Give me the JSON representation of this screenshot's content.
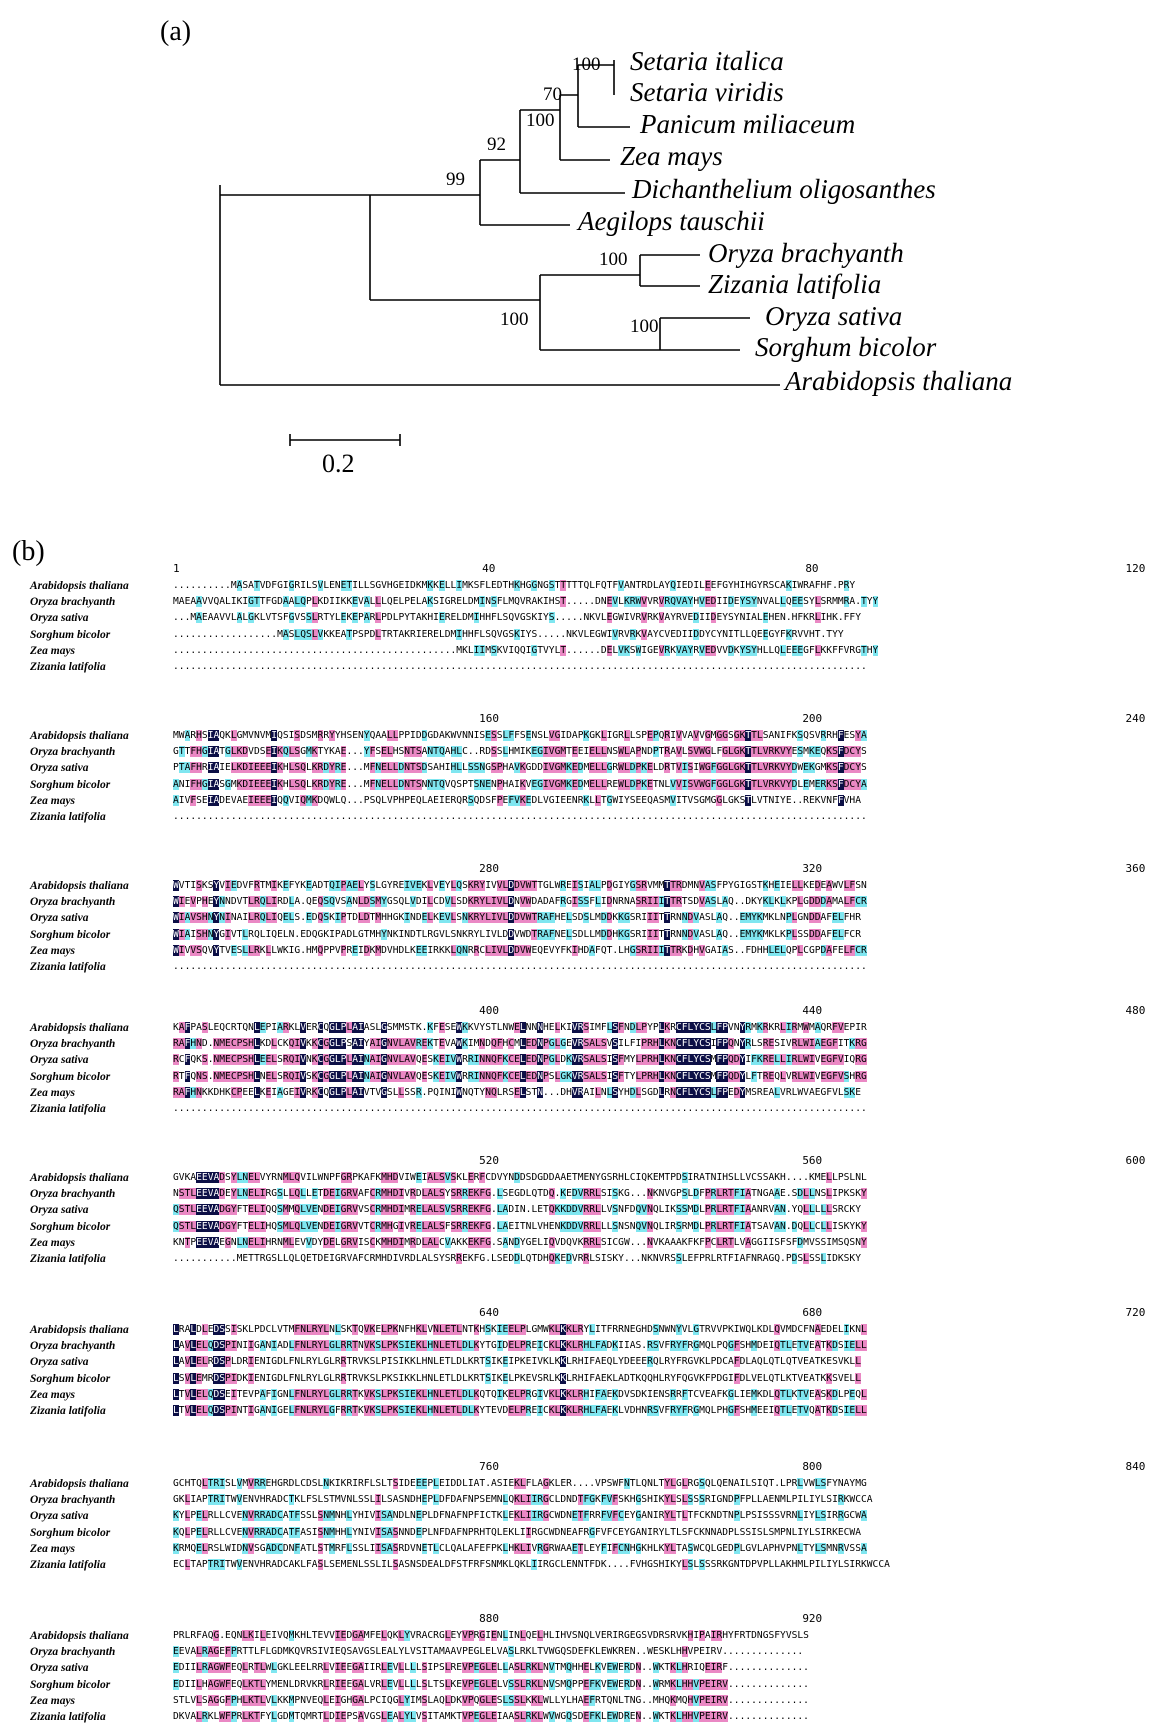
{
  "panel_a": {
    "label": "(a)",
    "taxa": [
      "Setaria italica",
      "Setaria viridis",
      "Panicum miliaceum",
      "Zea mays",
      "Dichanthelium oligosanthes",
      "Aegilops tauschii",
      "Oryza brachyanth",
      "Zizania latifolia",
      "Oryza sativa",
      "Sorghum bicolor",
      "Arabidopsis thaliana"
    ],
    "bootstrap": [
      "100",
      "70",
      "100",
      "92",
      "99",
      "100",
      "100",
      "100"
    ],
    "scale_label": "0.2"
  },
  "panel_b": {
    "label": "(b)",
    "species": [
      "Arabidopsis thaliana",
      "Oryza brachyanth",
      "Oryza sativa",
      "Sorghum bicolor",
      "Zea mays",
      "Zizania latifolia"
    ],
    "blocks": [
      {
        "ticks": [
          "1",
          "40",
          "80",
          "120"
        ],
        "seqs": [
          "..........MASATVDFGIGRILSVLENETILLSGVHGEIDKMKKELLIMKSFLEDTHKHGGNGSTTTTTQLFQTFVANTRDLAYQIEDILEEFGYHIHGYRSCAKIWRAFHF.PRY",
          "MAEAAVVQALIKIGTTFGDAALQPLKDIIKKEVALLLQELPELAKSIGRELDMINSFLMQVRAKIHST.....DNEVLKRWVVRVRQVAYHVEDIIDEYSYNVALLQEESYLSRMMRA.TYY",
          "...MAEAAVVLALGKLVTSFGVSSLRTYLEKEPARLPDLPYTAKHIERELDMIHHFLSQVGSKIYS.....NKVLEGWIVRVRKVAYRVEDIIDEYSYNIALEHEN.HFKRLIHK.FFY",
          "..................MASLQSLVKKEATPSPDLTRTAKRIERELDMIHHFLSQVGSKIYS.....NKVLEGWIVRVRKVAYCVEDIIDDYCYNITLLQEEGYFKRVVHT.TYY",
          ".................................................MKLIIMSKVIQQIGTVYLT......DELVKSWIGEVRKVAYRVEDVVDKYSYHLLQLEEEGFLKKFFVRGTHY",
          "........................................................................................................................"
        ]
      },
      {
        "ticks": [
          "160",
          "200",
          "240"
        ],
        "seqs": [
          "MWARHSIAQKLGMVNVMIQSISDSMRRYYHSENYQAALLPPIDDGDAKWVNNISESSLFFSENSLVGIDAPKGKLIGRLLSPEPQRIVVAVVGMGGSGKTTLSANIFKSQSVRRHFESYA",
          "GTTFHGIATGLKDVDSEIKQLSGMKTYKAE...YFSELHSNTSANTQAHLC..RDSSLHMIKEGIVGMTEEIELLNSWLAPNDPTRAVLSVWGLFGLGKTTLVRKVYESMKEQKSFDCYS",
          "PTAFHRIAIELKDIEEEIKHLSQLKRDYRE...MFNELLDNTSDSAHIHLLSSNGSPHAVKGDDIVGMKEDMELLGRWLDPKELDRTVISIWGFGGLGKTTLVRKVYDWEKGMKSFDCYS",
          "ANIFHGIASGMKDIEEEIKHLSQLKRDYRE...MFNELLDNTSNNTQVQSPTSNENPHAIKVEGIVGMKEDMELLREWLDPKETNLVVISVWGFGGLGKTTLVRKVYDLEMERKSFDCYA",
          "AIVFSEIADEVAEIEEEIQQVIQMKDQWLQ...PSQLVPHPEQLAEIERQRSQDSFPEFVKEDLVGIEENRKLLTGWIYSEEQASMVITVSGMGGLGKSTLVTNIYE..REKVNFFVHA",
          "........................................................................................................................"
        ]
      },
      {
        "ticks": [
          "280",
          "320",
          "360"
        ],
        "seqs": [
          "WVTISKSYVIEDVFRTMIKEFYKEADTQIPAELYSLGYREIVEKLVEYLQSKRYIVVLDDVWTTGLWREISIALPDGIYGSRVMMTTRDMNVASFPYGIGSTKHEIELLKEDEAWVLFSN",
          "WIEVPHEYNNDVTLRQLIRDLA.QEQSQVSANLDSMYGSQLVDILCDVLSDKRYLIVLDNVWDADAFRGISSFLIDNRNASRIIITTRTSDVASLAQ..DKYKLKLKPLGDDDAMALFCR",
          "WIAVSHNYNINAILRQLIQELS.EDQSKIPTDLDTMHHGKINDELKEVLSNKRYLIVLDDVWTRAFHELSDSLMDDKKGSRIIITTRNNDVASLAQ..EMYKMKLNPLGNDDAFELFHR",
          "WIAISHNYGIVTLRQLIQELN.EDQGKIPADLGTMHYNKINDTLRGVLSNKRYLIVLDDVWDTRAFNELSDLLMDDHKGSRIIITTRNNDVASLAQ..EMYKMKLKPLSSDDAFELFCR",
          "WIVVSQVYTVESLLRKLLWKIG.HMQPPVPREIDKMDVHDLKEEIRKKLQNRRCLIVLDDVWEQEVYFKIHDAFQT.LHGSRIIITTRKDHVGAIAS..FDHHLELQPLCGPDAFELFCR",
          "........................................................................................................................"
        ]
      },
      {
        "ticks": [
          "400",
          "440",
          "480"
        ],
        "seqs": [
          "KAFPASLEQCRTQNLEPIARKLVERCQGLPLAIASLGSMMSTK.KFESEWKKVYSTLNWELNNNHELKIVRSIMFLSFNDLPYPLKRCFLYCSLFPVNYRMKRKRLIRMWMAQRFVEPIR",
          "RAFHND.NMECPSHLKDLCKQIVKKCGGLPSAIYAIGNVLAVREKTEVAWKIMNDQFHCMLEDNPGLGEVRSALSVSILFIPRHLKNCFLYCSIFPQNYRLSRESIVRLWIAEGFITKRG",
          "RCFQKS.NMECPSHLEELSRQIVNKCGGLPLAINAIGNVLAVQESKEIVWRRINNQFKCELEDNPGLDKVRSALSISFMYLPRHLKNCFLYCSMFPQDYIFKRELLIRLWIVEGFVIQRG",
          "RTFQNS.NMECPSHLNELSRQIVSKCGGLPLAINAIGNVLAVQESKEIVWRRINNQFKCELEDNPSLGKVRSALSISFTYLPRHLKNCFLYCSMFPQDYLFTREQLVRLWIVEGFVSHRG",
          "RAFHNKKDHKCPEELKEIAGEIVRKCQGLPLAIVTVGSLLSSR.PQINIWNQTYNQLRSELSTN...DHVRAILNLSYHDLSGDLRNCFLYCSLFPEDYMSREALVRLWVAEGFVLSKE",
          "........................................................................................................................"
        ]
      },
      {
        "ticks": [
          "520",
          "560",
          "600"
        ],
        "seqs": [
          "GVKAEEVADSYLNELVYRNMLQVILWNPFGRPKAFKMHDVIWEIALSVSKLERFCDVYNDDSDGDDAAETMENYGSRHLCIQKEMTPDSIRATNIHSLLVCSSAKH....KMELLPSLNL",
          "NSTLEEVADEYLNELIRGSLLQLLETDEIGRVAFCRMHDIVRDLALSYSRREKFG.LSEGDLQTDQ.KEDVRRLSISKG...NKNVGPSLDFPRLRTFIATNGAAE.SDLLNSLIPKSKY",
          "QSTLEEVADGYFTELIQQSMMQLVENDEIGRVVSCRMHDIMRELALSVSRREKFG.LADIN.LETQKKDDVRRLLVSNFDQVNQLIKSSMDLPRLRTFIAANRVAN.YQLLLLLSRCKY",
          "QSTLEEVADGYFTELIHQSMLQLVENDEIGRVVTCRMHGIVRELALSFSRREKFG.LAEITNLVHENKDDVRRLLLSNSNQVNQLIRSRMDLPRLRTFIATSAVAN.DQLLCLLISKYKY",
          "KNTPEEVAEGNLNELIHRNMLEVVDYDELGRVISCKMHDIMRDLALCVAKKEKFG.SANDYGELIQVDQVKRRLSICGW...NVKAAAKFKFPCLRTLVAGGIISFSFDMVSSIMSQSNY",
          "...........METTRGSLLQLQETDEIGRVAFCRMHDIVRDLALSYSRREKFG.LSEDDLQTDHQKEDVRRLSISKY...NKNVRSSLEFPRLRTFIAFNRAGQ.PDSLSSLIDKSKY"
        ]
      },
      {
        "ticks": [
          "640",
          "680",
          "720"
        ],
        "seqs": [
          "LRALDLEDSSISKLPDCLVTMFNLRYLNLSKTQVKELPKNFHKLVNLETLNTKHSKIEELPLGMWKLKKLRYLITFRRNEGHDSNWNYVLGTRVVPKIWQLKDLQVMDCFNAEDELIKNL",
          "LAVLELQDSPINIIGANIADLFNLRYLGLRRTNVKSLPKSIEKLHNLETLDLKYTGIDELPREICKLKKLRHLFADKIIAS.RSVFRYFRGMQLPQGFSHMDEIQTLETVEATKDSIELL",
          "LAVLELRDSPLDRIENIGDLFNLRYLGLRRTRVKSLPISIKKLHNLETLDLKRTSIKEIPKEIVKLKKLRHIFAEQLYDEEERQLRYFRGVKLPDCAFDLAQLQTLQTVEATKESVKLL",
          "LSVLEMRDSPIDKIENIGDLFNLRYLGLRRTRVKSLPKSIKKLHNLETLDLKRTSIKELPKEVSRLKKLRHIFAEKLADTKQQHLRYFQGVKFPDGIFDLVELQTLKTVEATKKSVELL",
          "LTVLELQDSEITEVPAFIGNLFNLRYLGLRRTKVKSLPKSIEKLHNLETLDLKQTQIKELPRGIVKLKKLRHIFAEKDVSDKIENSRRFTCVEAFKGLIEMKDLQTLKTVEASKDLPEQL",
          "LTVLELQDSPINTIGANIGELFNLRYLGFRRTKVKSLPKSIEKLHNLETLDLKYTEVDELPREICKLKKLRHLFAEKLVDHNRSVFRYFRGMQLPHGFSHMEEIQTLETVQATKDSIELL"
        ]
      },
      {
        "ticks": [
          "760",
          "800",
          "840"
        ],
        "seqs": [
          "GCHTQLTRISLVMVRREHGRDLCDSLNKIKRIRFLSLTSIDEEEPLEIDDLIAT.ASIEKLFLAGKLER....VPSWFNTLQNLTYLGLRGSQLQENAILSIQT.LPRLVWLSFYNAYMG",
          "GKLIAPTRITWVENVHRADCTKLFSLSTMVNLSSLILSASNDHEPLDFDAFNPSEMNLQKLIIRGCLDNDTFGKFVFSKHGSHIKYLSLSSSRIGNDPFPLLAENMLPILIYLSIRKWCCA",
          "KYLPELRLLCVENVRRADCATFSSLSNMNHLYHIVISANDLNEPLDFNAFNPFICTKLEKLIIRGCWDNETFRRFVFCEYGANIRYLTLTFCKNDTNPLPSISSSVRNLIYLSIRRGCWA",
          "KQLPELRLLCVENVRRADCATFASISNMHHLYNIVISASNNDEPLNFDAFNPRHTQLEKLIIRGCWDNEAFRGFVFCEYGANIRYLTLSFCKNNADPLSSISLSMPNLIYLSIRKECWA",
          "KRMQELRSLWIDNVSGADCDNFATLSTMRFLSSLIISASRDVNETLCLQALAFEFPKLHKLIVRGRWAAETLEYFIFCNHGKHLKYLTASWCQLGEDPLGVLAPHVPNLTYLSMNRVSSA",
          "ECLTAPTRITWVENVHRADCAKLFASLSEMENLSSLILSASNSDEALDFSTFRFSNMKLQKLIIRGCLENNTFDK....FVHGSHIKYLSLSSSRKGNTDPVPLLAKHMLPILIYLSIRKWCCA"
        ]
      },
      {
        "ticks": [
          "880",
          "920"
        ],
        "seqs": [
          "PRLRFAQG.EQNLKILEIVQMKHLTEVVIEDGAMFELQKLYVRACRGLEYVPRGIENLINLQELHLIHVSNQLVERIRGEGSVDRSRVKHIPAIRHYFRTDNGSFYVSLS",
          "EEVALRAGEFPRTTLFLGDMKQVRSIVIEQSAVGSLEALYLVSITAMAAVPEGLELVASLRKLTVWGQSDEFKLEWKREN..WESKLHHVPEIRV..............",
          "EDIILRAGWFEQLRTLWLGKLEELRRLVIEEGAIIRLEVLLLLSIPSLREVPEGLELLASLRKLNVTMQHHELKVEWERDN..WKTKLHRIQEIRF..............",
          "EDIILHAGWFEQLKTLYMENLDRVKRLRIEEGALVRLEVLLLLSLTSLKEVPEGLELVSSLRKLNVSMQPPEFKVEWERDN..WRMKLHHVPEIRV..............",
          "STLVLSAGGFPHLKTLVLKKMPNVEQLEIGHGALPCIQGLYIMSLAQLDKVPQGLESLSSLKKLWLLYLHAEFRTQNLTNG..MHQKMQHVPEIRV..............",
          "DKVALRKLWFPRLKTFYLGDMTQMRTLDIEPSAVGSLEALYLVSITAMKTVPEGLEIAASLRKLWVWGQSDEFKLEWDREN..WKTKLHHVPEIRV.............."
        ]
      }
    ],
    "colors": {
      "cyan": "#7fe6f0",
      "pink": "#ea88c4",
      "navy": "#0c0f46"
    }
  }
}
